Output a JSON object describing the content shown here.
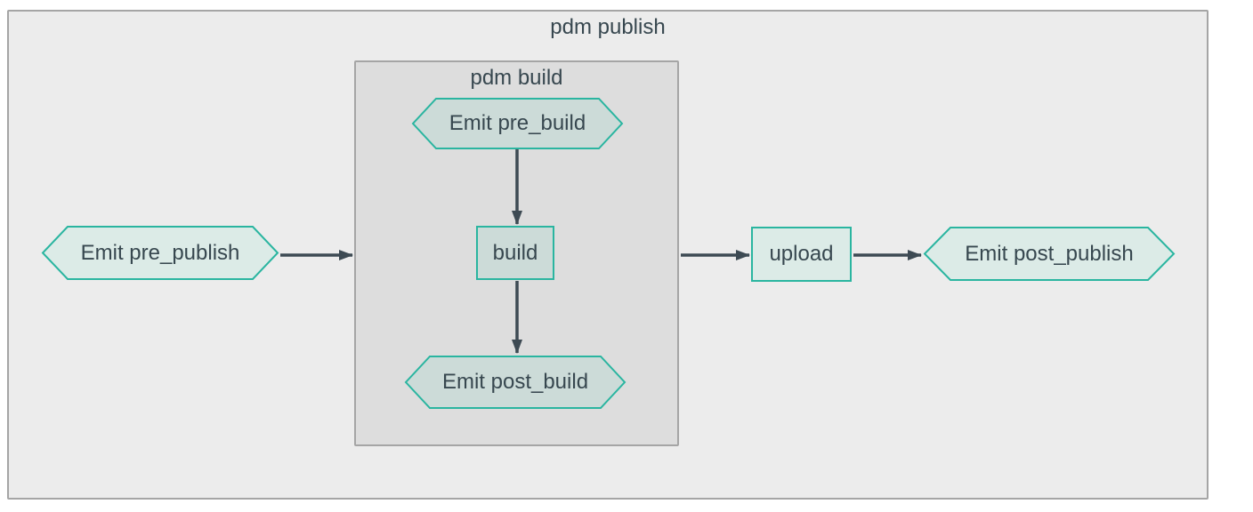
{
  "groups": {
    "publish": {
      "label": "pdm publish"
    },
    "build": {
      "label": "pdm build"
    }
  },
  "nodes": {
    "pre_publish": {
      "label": "Emit pre_publish",
      "shape": "hexagon"
    },
    "pre_build": {
      "label": "Emit pre_build",
      "shape": "hexagon"
    },
    "build": {
      "label": "build",
      "shape": "rectangle"
    },
    "post_build": {
      "label": "Emit post_build",
      "shape": "hexagon"
    },
    "upload": {
      "label": "upload",
      "shape": "rectangle"
    },
    "post_publish": {
      "label": "Emit post_publish",
      "shape": "hexagon"
    }
  },
  "edges": [
    {
      "from": "pre_publish",
      "to": "pdm build group"
    },
    {
      "from": "pre_build",
      "to": "build"
    },
    {
      "from": "build",
      "to": "post_build"
    },
    {
      "from": "pdm build group",
      "to": "upload"
    },
    {
      "from": "upload",
      "to": "post_publish"
    }
  ],
  "colors": {
    "node_border": "#2ab5a0",
    "node_fill_light": "#dcebe7",
    "node_fill_dark": "#ccdbd8",
    "group_fill_outer": "#ececec",
    "group_fill_inner": "#dddddd",
    "group_border": "#a5a5a5",
    "edge": "#3d4a53",
    "text": "#37474f"
  }
}
